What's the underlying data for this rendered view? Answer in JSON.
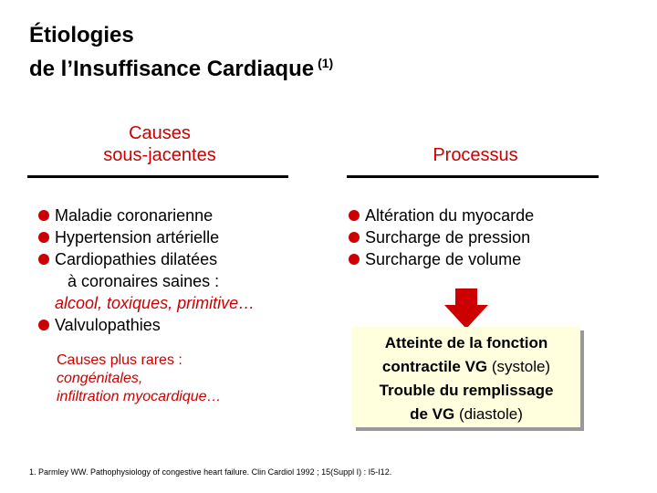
{
  "title": {
    "line1": "Étiologies",
    "line2": "de l’Insuffisance Cardiaque",
    "superscript": "(1)"
  },
  "left_column": {
    "heading_line1": "Causes",
    "heading_line2": "sous-jacentes",
    "items": [
      "Maladie coronarienne",
      "Hypertension artérielle",
      "Cardiopathies dilatées"
    ],
    "continuation": "à coronaires saines :",
    "examples": "alcool, toxiques, primitive…",
    "last_item": "Valvulopathies",
    "rare": {
      "heading": "Causes plus rares :",
      "line1": "congénitales,",
      "line2": "infiltration myocardique…"
    }
  },
  "right_column": {
    "heading": "Processus",
    "items": [
      "Altération du myocarde",
      "Surcharge de pression",
      "Surcharge de volume"
    ],
    "result": {
      "line1": "Atteinte de la fonction",
      "line2_bold": "contractile VG",
      "line2_plain": " (systole)",
      "line3": "Trouble du remplissage",
      "line4_bold": "de VG",
      "line4_plain": " (diastole)"
    }
  },
  "footnote": "1. Parmley WW. Pathophysiology of congestive heart failure. Clin Cardiol 1992 ; 15(Suppl I) : I5-I12.",
  "colors": {
    "accent": "#cc0000",
    "box": "#ffffdd"
  }
}
